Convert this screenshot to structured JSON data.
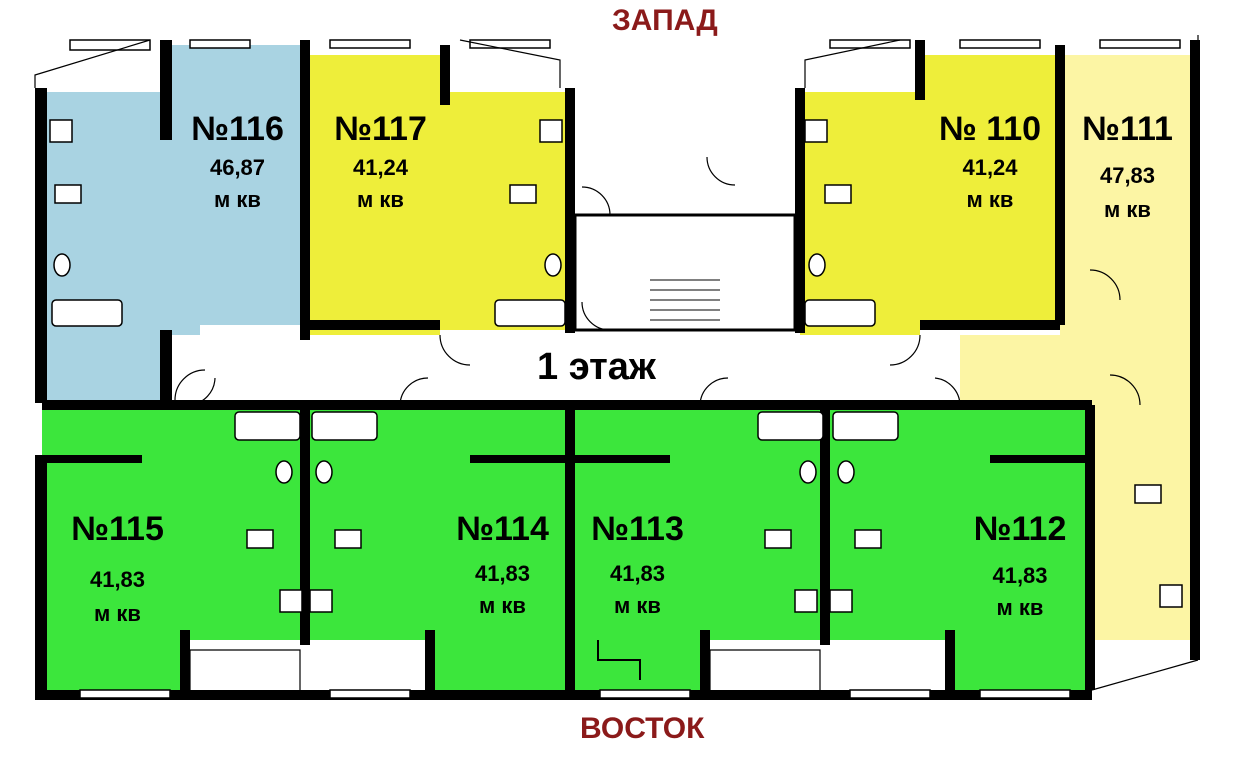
{
  "directions": {
    "west": "ЗАПАД",
    "east": "ВОСТОК"
  },
  "floor_label": "1 этаж",
  "colors": {
    "blue": "#a9d3e2",
    "yellow": "#eeee3a",
    "light_yellow": "#fcf5a4",
    "green": "#3ce63c",
    "wall": "#000000",
    "direction_text": "#8b1a1a"
  },
  "apartments": [
    {
      "number": "№116",
      "area": "46,87",
      "unit": "м кв",
      "color": "blue"
    },
    {
      "number": "№117",
      "area": "41,24",
      "unit": "м кв",
      "color": "yellow"
    },
    {
      "number": "№ 110",
      "area": "41,24",
      "unit": "м кв",
      "color": "yellow"
    },
    {
      "number": "№111",
      "area": "47,83",
      "unit": "м кв",
      "color": "light_yellow"
    },
    {
      "number": "№115",
      "area": "41,83",
      "unit": "м кв",
      "color": "green"
    },
    {
      "number": "№114",
      "area": "41,83",
      "unit": "м кв",
      "color": "green"
    },
    {
      "number": "№113",
      "area": "41,83",
      "unit": "м кв",
      "color": "green"
    },
    {
      "number": "№112",
      "area": "41,83",
      "unit": "м кв",
      "color": "green"
    }
  ]
}
